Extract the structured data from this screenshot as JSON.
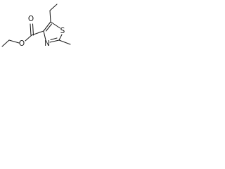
{
  "structure": {
    "atoms": [
      {
        "id": "o_ether",
        "label": "O"
      },
      {
        "id": "o_carbonyl",
        "label": "O"
      },
      {
        "id": "n_ring",
        "label": "N"
      },
      {
        "id": "s_ring",
        "label": "S"
      }
    ],
    "bond_color": "#1a1a1a",
    "background": "#ffffff"
  }
}
